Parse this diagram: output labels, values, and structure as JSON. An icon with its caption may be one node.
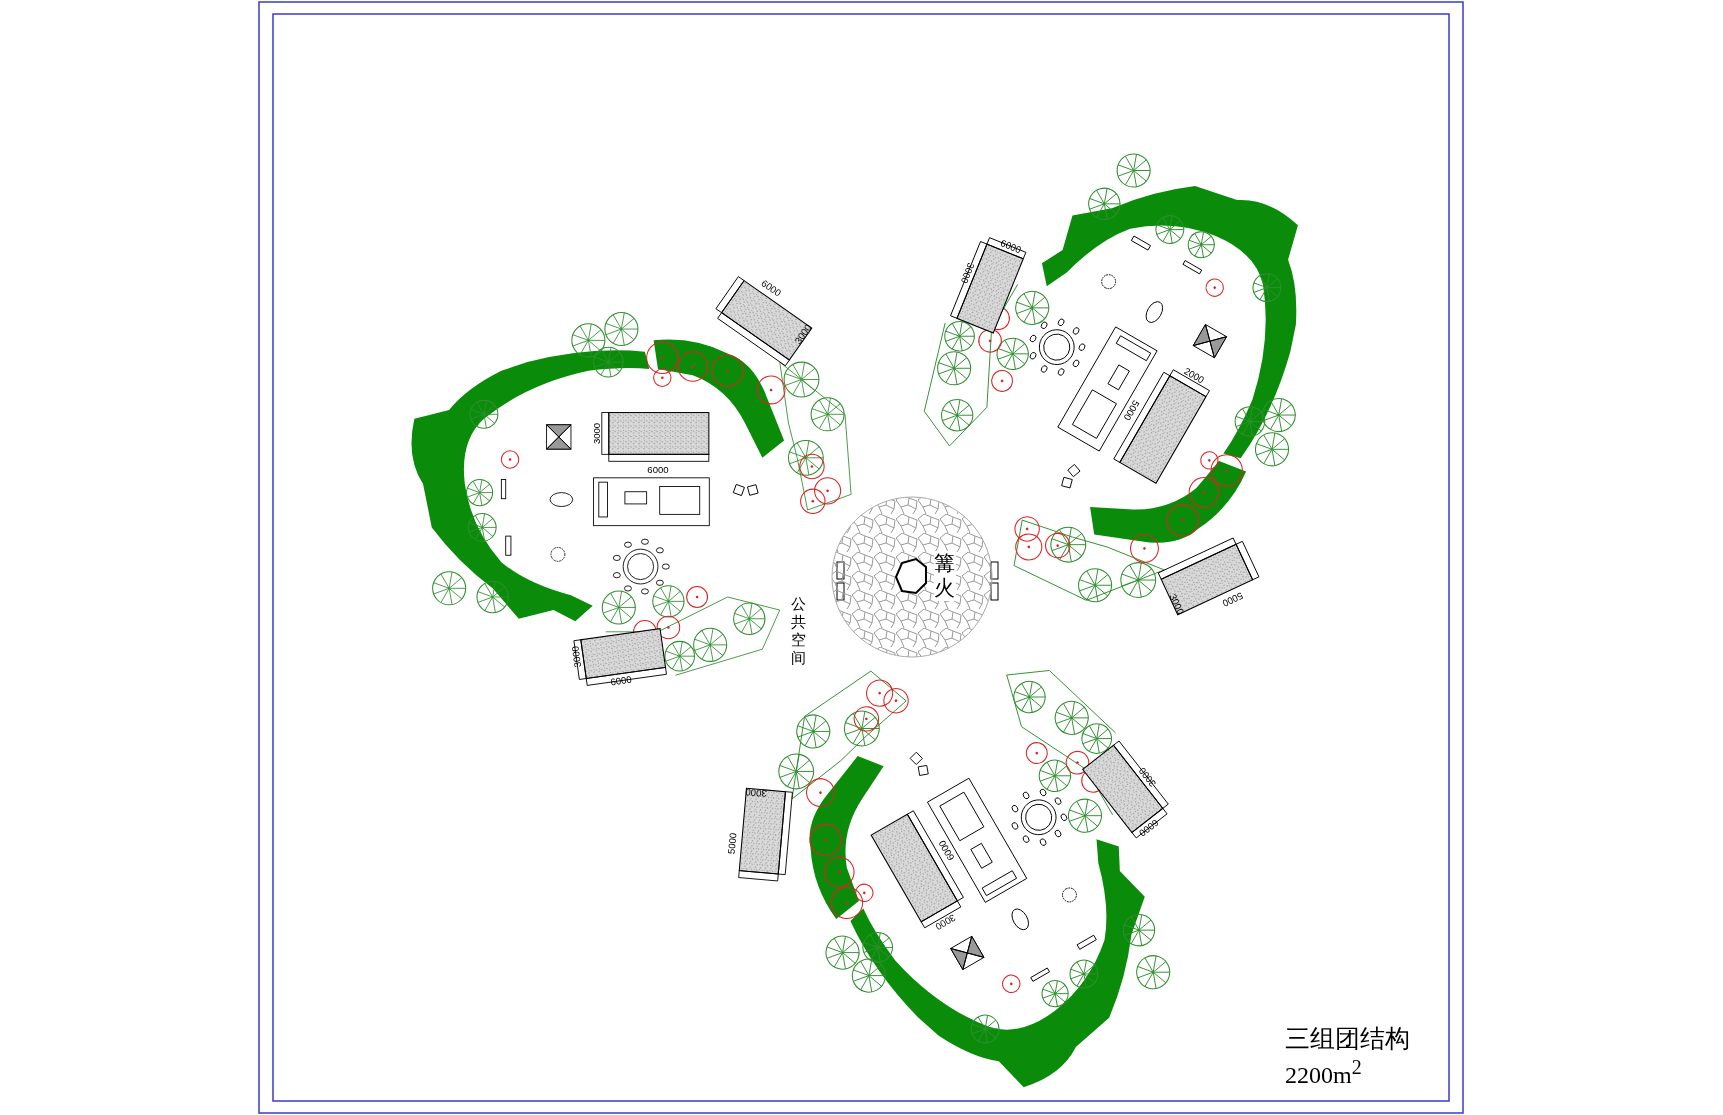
{
  "diagram": {
    "title": "三组团结构",
    "nodes": [
      {
        "text": [
          "篝火"
        ]
      }
    ],
    "labels": [
      "2200m$^{2}$",
      "公共空间",
      "6000",
      "3000",
      "3000",
      "6000",
      "3000",
      "6000",
      "5000",
      "3000",
      "2000",
      "5000",
      "6000",
      "3000",
      "5000",
      "3000",
      "3000",
      "6000",
      "6000",
      "3000"
    ]
  }
}
